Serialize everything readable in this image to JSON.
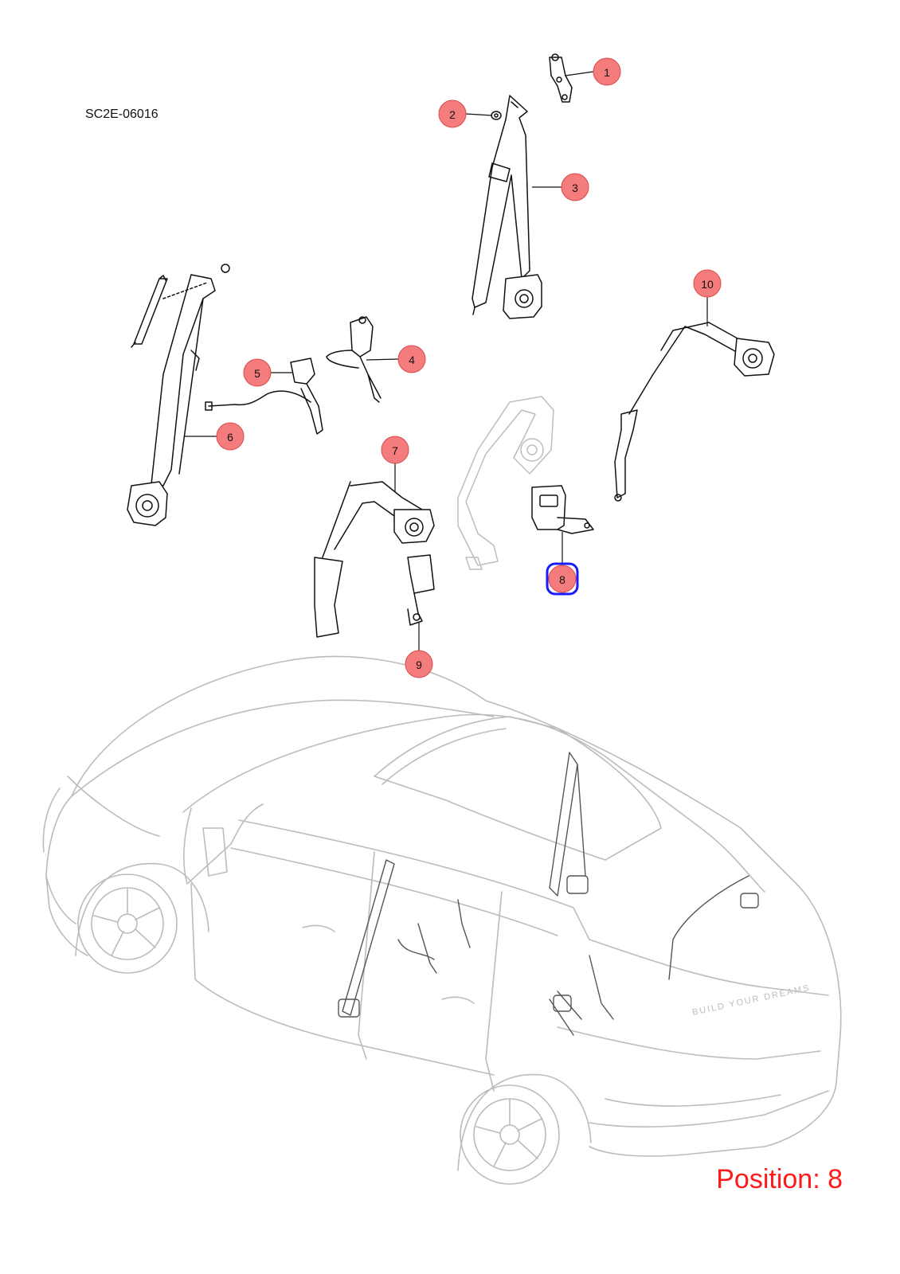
{
  "drawing_code": "SC2E-06016",
  "position_label": "Position: 8",
  "colors": {
    "callout_fill": "#f47c7c",
    "callout_stroke": "#d84a4a",
    "highlight_ring": "#1a1aff",
    "position_text": "#ff1a1a",
    "line_art": "#111111",
    "ghost_art": "#bdbdbd"
  },
  "callouts": [
    {
      "number": "1",
      "highlighted": false
    },
    {
      "number": "2",
      "highlighted": false
    },
    {
      "number": "3",
      "highlighted": false
    },
    {
      "number": "4",
      "highlighted": false
    },
    {
      "number": "5",
      "highlighted": false
    },
    {
      "number": "6",
      "highlighted": false
    },
    {
      "number": "7",
      "highlighted": false
    },
    {
      "number": "8",
      "highlighted": true
    },
    {
      "number": "9",
      "highlighted": false
    },
    {
      "number": "10",
      "highlighted": false
    }
  ],
  "car_badge_text": "BUILD YOUR DREAMS"
}
